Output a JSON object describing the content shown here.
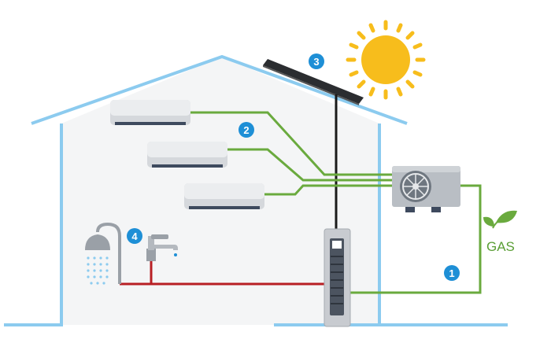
{
  "badges": [
    "1",
    "2",
    "3",
    "4"
  ],
  "gas_label": "GAS",
  "colors": {
    "house_outline": "#8ccbef",
    "house_fill": "#f4f5f6",
    "pipe_green": "#6aaa3e",
    "pipe_red": "#b81f24",
    "cable_black": "#1a1a1a",
    "badge_blue": "#1e8fd6",
    "sun": "#f7bd1c",
    "gas_green": "#5a9e35"
  },
  "icons": [
    "sun-icon",
    "leaf-icon",
    "shower-icon",
    "faucet-icon",
    "solar-panel-icon",
    "heat-pump-icon",
    "water-heater-icon",
    "ac-unit-icon"
  ]
}
